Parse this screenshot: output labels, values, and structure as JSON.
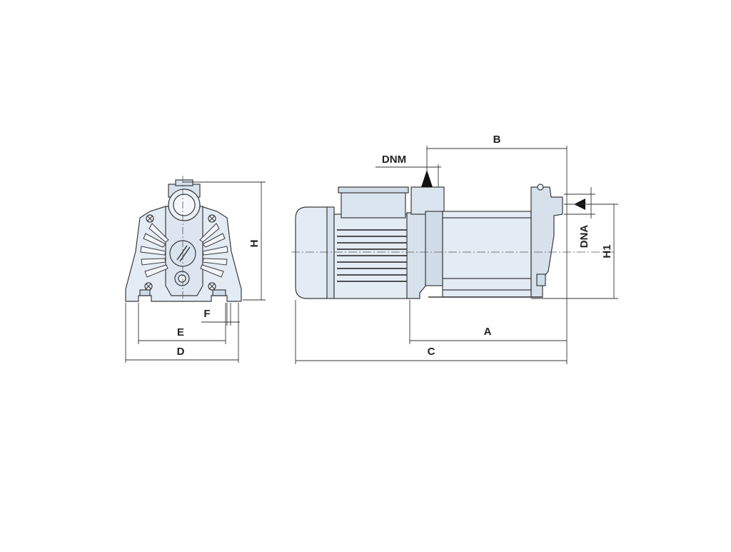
{
  "colors": {
    "background": "#ffffff",
    "body_fill": "#e3ebf4",
    "body_fill_dark": "#cfdbe8",
    "outline": "#3a3a3a",
    "dimension_line": "#333333",
    "text": "#222222"
  },
  "labels": {
    "front": {
      "H": "H",
      "E": "E",
      "D": "D",
      "F": "F"
    },
    "side": {
      "B": "B",
      "DNM": "DNM",
      "DNA": "DNA",
      "H1": "H1",
      "A": "A",
      "C": "C"
    }
  }
}
